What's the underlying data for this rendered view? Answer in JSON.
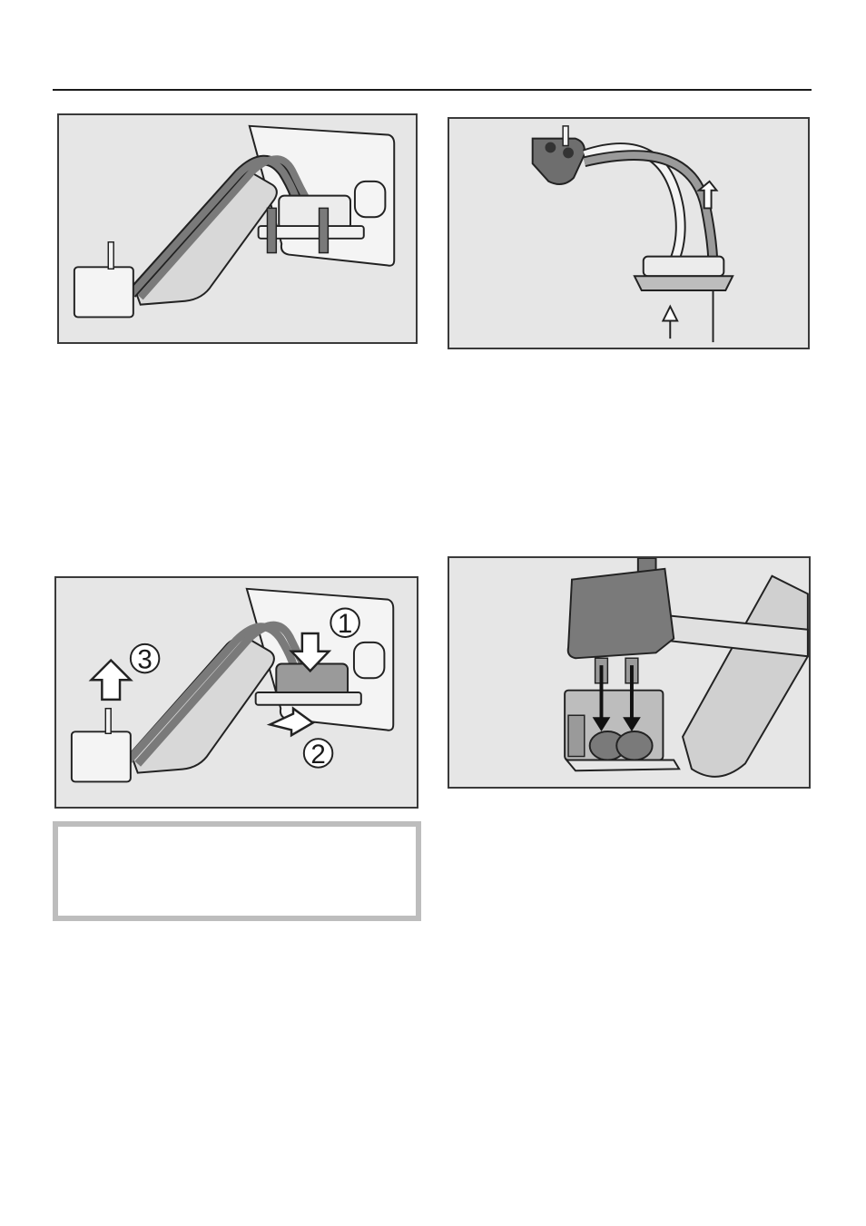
{
  "figures": [
    {
      "id": "fig1",
      "callouts": []
    },
    {
      "id": "fig2",
      "callouts": []
    },
    {
      "id": "fig3",
      "callouts": [
        "1",
        "2",
        "3"
      ]
    },
    {
      "id": "fig4",
      "callouts": []
    }
  ],
  "colors": {
    "panel_bg": "#e6e6e6",
    "frame": "#3a3a3a",
    "note_border": "#bdbdbd",
    "arm_fill": "#d8d8d8",
    "hose": "#7a7a7a",
    "dark_part": "#6e6e6e"
  }
}
